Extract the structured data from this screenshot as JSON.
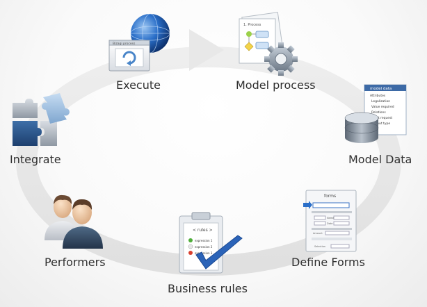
{
  "steps": [
    {
      "label": "Execute",
      "icon": "globe-window-icon"
    },
    {
      "label": "Model process",
      "icon": "process-document-gear-icon"
    },
    {
      "label": "Model Data",
      "icon": "database-icon"
    },
    {
      "label": "Define Forms",
      "icon": "form-window-icon"
    },
    {
      "label": "Business rules",
      "icon": "clipboard-check-icon"
    },
    {
      "label": "Performers",
      "icon": "users-icon"
    },
    {
      "label": "Integrate",
      "icon": "puzzle-icon"
    }
  ],
  "execute_window": {
    "title": "Bizagi process"
  },
  "process_doc": {
    "title": "1. Process"
  },
  "model_data_panel": {
    "title": "model data",
    "items": [
      "Attributes",
      "Legalization",
      "Value required",
      "Relations",
      "Input request",
      "Output type"
    ]
  },
  "forms_panel": {
    "title": "forms",
    "field_a": "Name",
    "field_b": "Date",
    "field_c": "Amount",
    "select": "Selection"
  },
  "rules_board": {
    "title": "< rules >",
    "items": [
      "expression 1",
      "expression 2",
      "expression 3"
    ]
  },
  "colors": {
    "ring": "#e6e6e6",
    "label": "#2f2f2f",
    "accent_blue": "#2a6fc9",
    "check_blue": "#2b63b8"
  }
}
